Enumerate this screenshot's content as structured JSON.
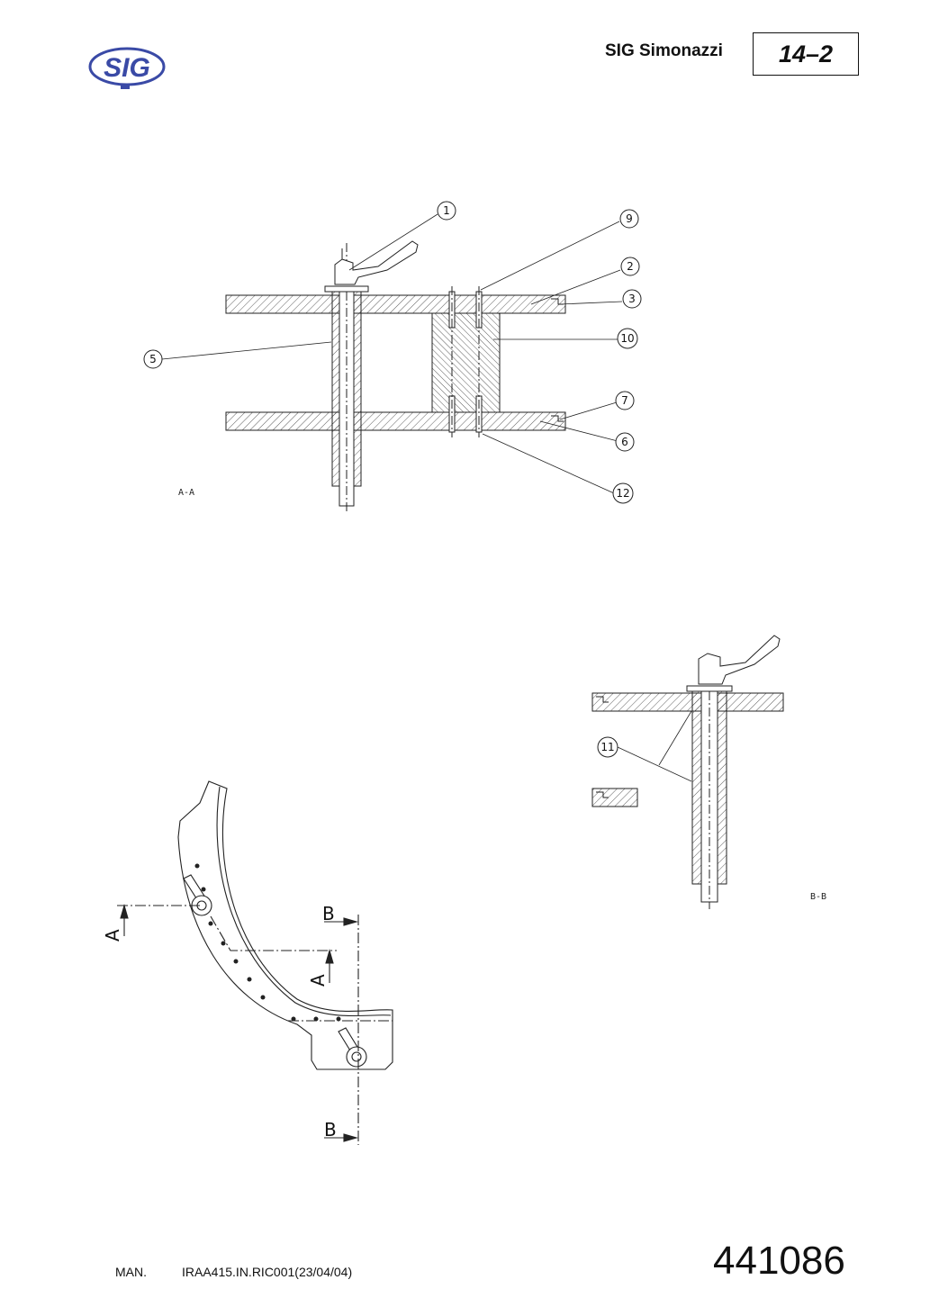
{
  "header": {
    "logo_text": "SIG",
    "brand": "SIG Simonazzi",
    "page_number": "14–2"
  },
  "drawing": {
    "section_aa_label": "A-A",
    "section_bb_label": "B-B",
    "balloons": [
      "1",
      "9",
      "2",
      "3",
      "10",
      "5",
      "7",
      "6",
      "12",
      "11"
    ],
    "section_markers": [
      "A",
      "A",
      "B",
      "B"
    ]
  },
  "footer": {
    "man": "MAN.",
    "ref": "IRAA415.IN.RIC001(23/04/04)",
    "doc_number": "441086"
  }
}
